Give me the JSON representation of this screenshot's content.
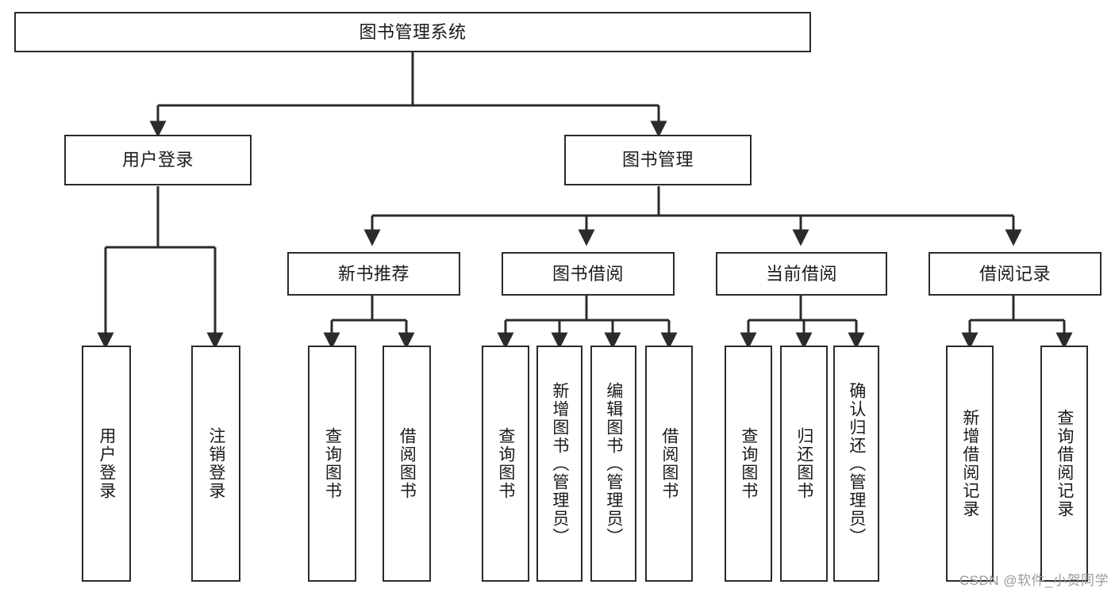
{
  "diagram": {
    "type": "hierarchy-tree",
    "title": "图书管理系统",
    "orientation": "top-down",
    "colors": {
      "box_border": "#2b2b2b",
      "box_fill": "#ffffff",
      "connector": "#2b2b2b",
      "text": "#1a1a1a",
      "watermark": "#9a9a9a",
      "background": "#ffffff"
    },
    "root": {
      "label": "图书管理系统"
    },
    "level2": [
      {
        "label": "用户登录"
      },
      {
        "label": "图书管理"
      }
    ],
    "level3": [
      {
        "label": "新书推荐"
      },
      {
        "label": "图书借阅"
      },
      {
        "label": "当前借阅"
      },
      {
        "label": "借阅记录"
      }
    ],
    "leaves": {
      "user_login": [
        {
          "label": "用户登录"
        },
        {
          "label": "注销登录"
        }
      ],
      "new_book_recommend": [
        {
          "label": "查询图书"
        },
        {
          "label": "借阅图书"
        }
      ],
      "book_borrow": [
        {
          "label": "查询图书"
        },
        {
          "label": "新增图书（管理员）"
        },
        {
          "label": "编辑图书（管理员）"
        },
        {
          "label": "借阅图书"
        }
      ],
      "current_borrow": [
        {
          "label": "查询图书"
        },
        {
          "label": "归还图书"
        },
        {
          "label": "确认归还（管理员）"
        }
      ],
      "borrow_record": [
        {
          "label": "新增借阅记录"
        },
        {
          "label": "查询借阅记录"
        }
      ]
    },
    "watermark": "CSDN @软件_小贺同学"
  }
}
